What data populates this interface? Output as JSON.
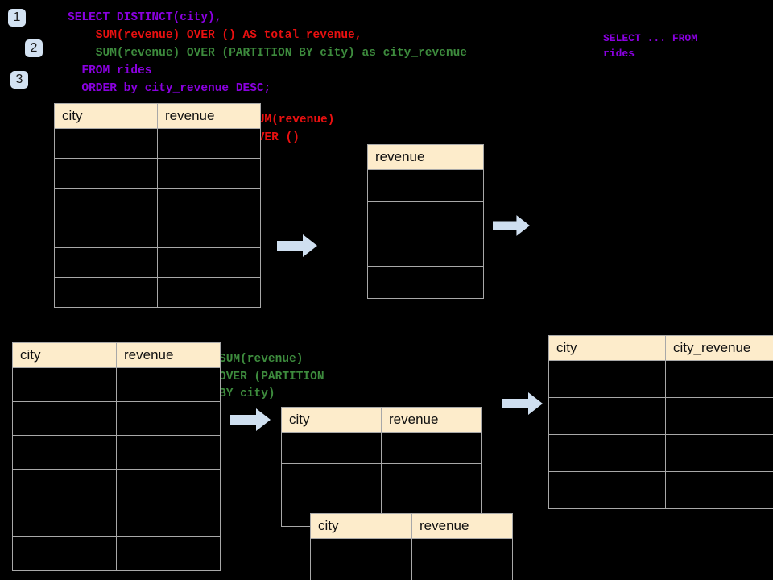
{
  "background": "#000000",
  "palette": {
    "badge_bg": "#d3e2f2",
    "table_header_bg": "#fdeccb",
    "table_border": "#a8a8a8",
    "arrow_fill": "#cfdff0",
    "sql_purple": "#8a00e0",
    "sql_red": "#e81010",
    "sql_green": "#3d8b3d"
  },
  "badges": [
    {
      "label": "1"
    },
    {
      "label": "2"
    },
    {
      "label": "3"
    }
  ],
  "sql": {
    "line1": "SELECT DISTINCT(city),",
    "line2": "    SUM(revenue) OVER () AS total_revenue,",
    "line3": "    SUM(revenue) OVER (PARTITION BY city) as city_revenue",
    "line4": "  FROM rides",
    "line5": "  ORDER by city_revenue DESC;"
  },
  "annotations": {
    "select_from": "SELECT ... FROM\nrides",
    "sum_over_empty": "SUM(revenue)\nOVER ()",
    "sum_over_partition": "SUM(revenue)\nOVER (PARTITION\nBY city)"
  },
  "tables": {
    "source_top": {
      "name": "rides-source-table-top",
      "columns": [
        "city",
        "revenue"
      ],
      "row_count": 6,
      "rows": [
        [
          "",
          ""
        ],
        [
          "",
          ""
        ],
        [
          "",
          ""
        ],
        [
          "",
          ""
        ],
        [
          "",
          ""
        ],
        [
          "",
          ""
        ]
      ]
    },
    "revenue_only": {
      "name": "total-revenue-table",
      "columns": [
        "revenue"
      ],
      "row_count": 4,
      "rows": [
        [
          ""
        ],
        [
          ""
        ],
        [
          ""
        ],
        [
          ""
        ]
      ]
    },
    "source_bottom": {
      "name": "rides-source-table-bottom",
      "columns": [
        "city",
        "revenue"
      ],
      "row_count": 6,
      "rows": [
        [
          "",
          ""
        ],
        [
          "",
          ""
        ],
        [
          "",
          ""
        ],
        [
          "",
          ""
        ],
        [
          "",
          ""
        ],
        [
          "",
          ""
        ]
      ]
    },
    "partition_back": {
      "name": "partition-group-table-back",
      "columns": [
        "city",
        "revenue"
      ],
      "row_count": 3,
      "rows": [
        [
          "",
          ""
        ],
        [
          "",
          ""
        ],
        [
          "",
          ""
        ]
      ]
    },
    "partition_front": {
      "name": "partition-group-table-front",
      "columns": [
        "city",
        "revenue"
      ],
      "row_count": 2,
      "rows": [
        [
          "",
          ""
        ],
        [
          "",
          ""
        ]
      ]
    },
    "result": {
      "name": "city-revenue-result-table",
      "columns": [
        "city",
        "city_revenue"
      ],
      "row_count": 4,
      "rows": [
        [
          "",
          ""
        ],
        [
          "",
          ""
        ],
        [
          "",
          ""
        ],
        [
          "",
          ""
        ]
      ]
    }
  },
  "arrows": [
    {
      "name": "arrow-source-to-total"
    },
    {
      "name": "arrow-total-to-right"
    },
    {
      "name": "arrow-source-to-partition"
    },
    {
      "name": "arrow-partition-to-result"
    }
  ]
}
